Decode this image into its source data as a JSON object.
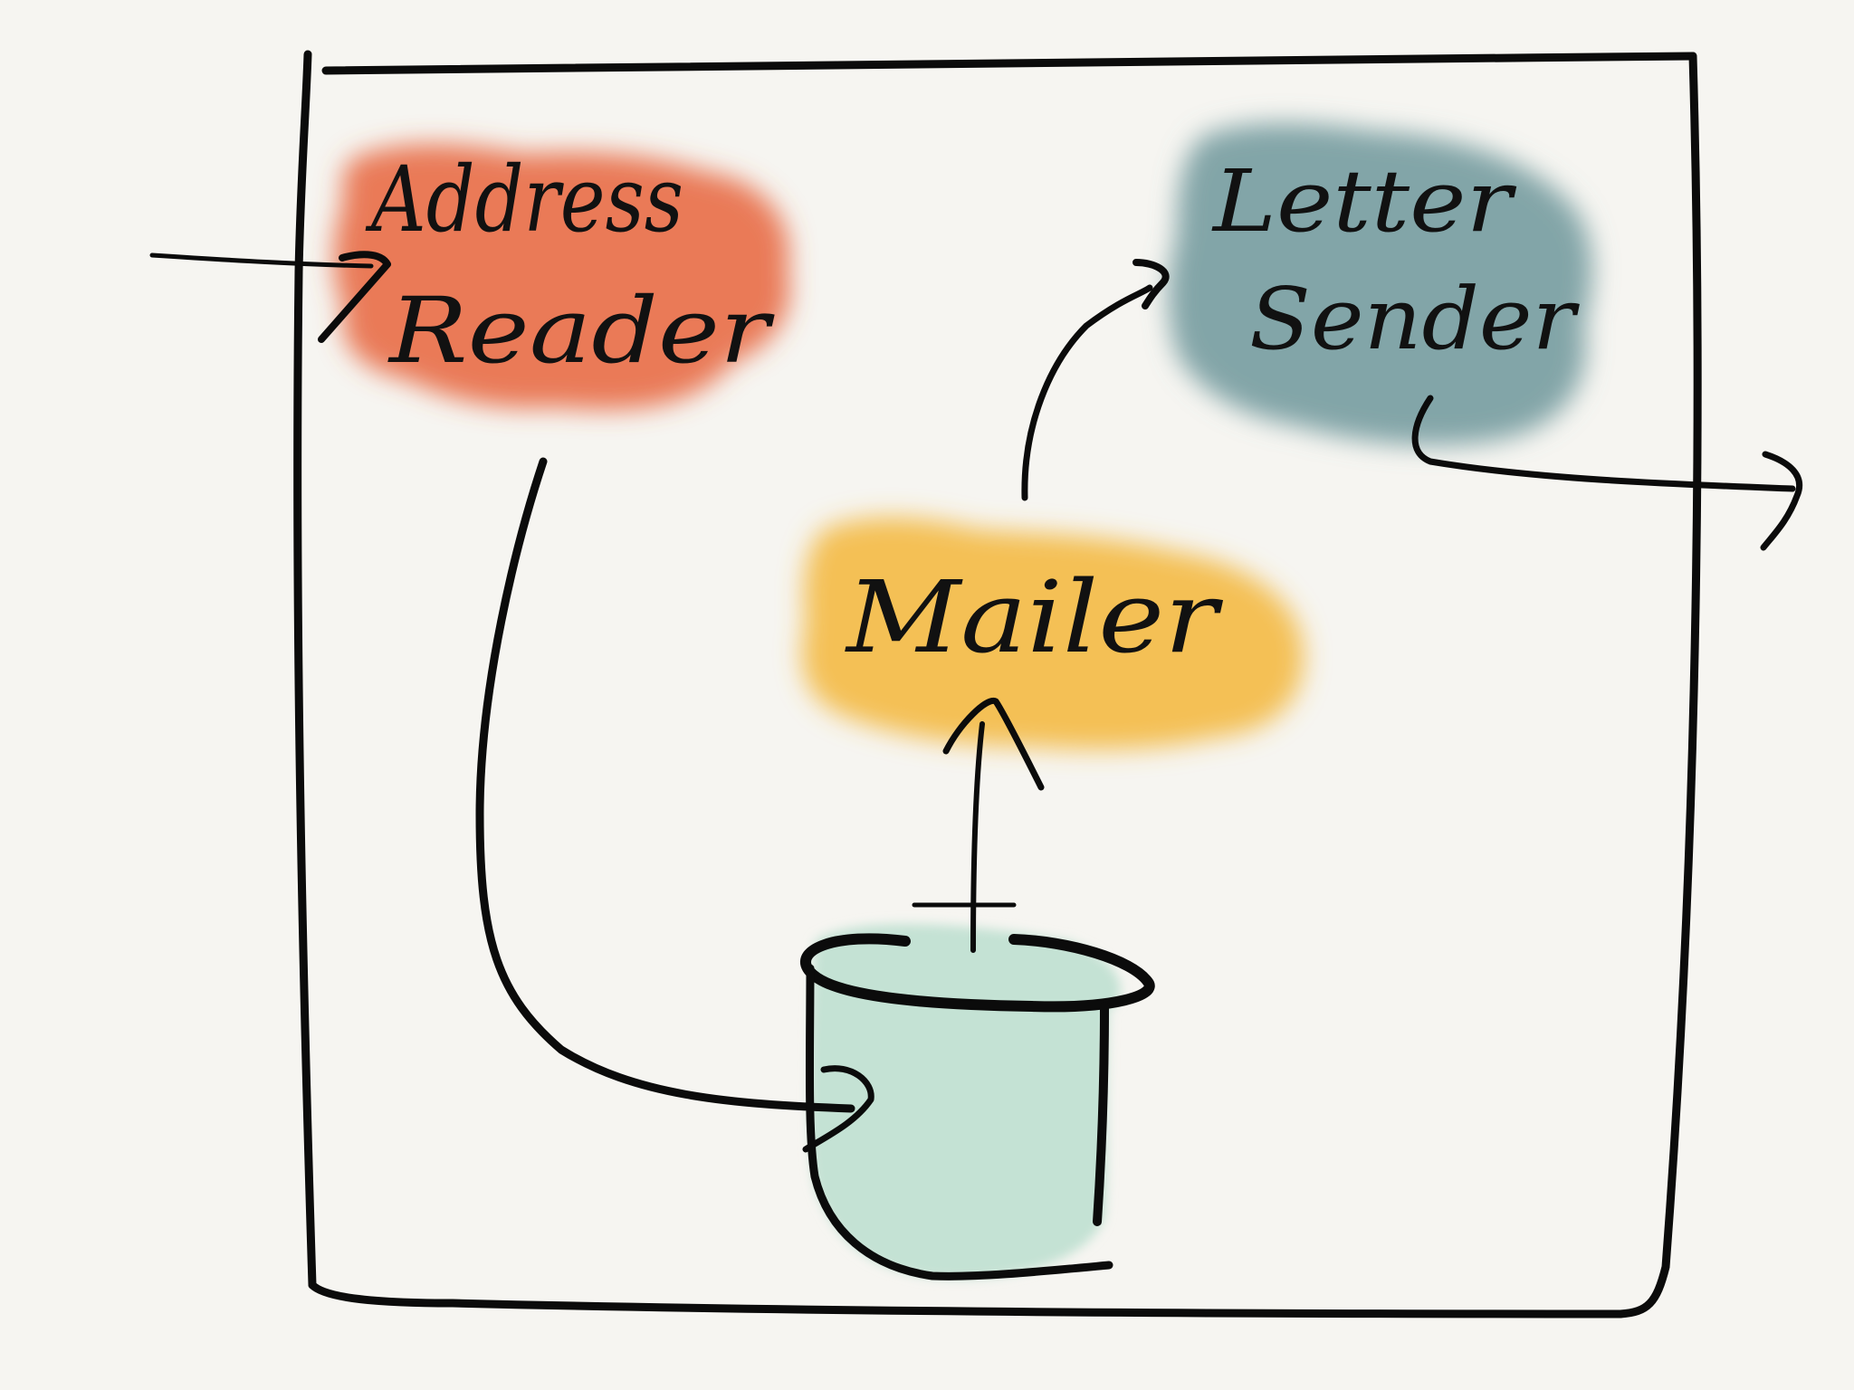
{
  "diagram": {
    "nodes": [
      {
        "id": "address-reader",
        "label_line1": "Address",
        "label_line2": "Reader",
        "color": "#e8643c"
      },
      {
        "id": "letter-sender",
        "label_line1": "Letter",
        "label_line2": "Sender",
        "color": "#6f969b"
      },
      {
        "id": "mailer",
        "label": "Mailer",
        "color": "#f3b63a"
      },
      {
        "id": "bucket",
        "color": "#bfe0d0"
      }
    ],
    "edges": [
      {
        "from": "outside",
        "to": "address-reader"
      },
      {
        "from": "address-reader",
        "to": "bucket"
      },
      {
        "from": "bucket",
        "to": "mailer"
      },
      {
        "from": "mailer",
        "to": "letter-sender"
      },
      {
        "from": "letter-sender",
        "to": "outside"
      }
    ],
    "colors": {
      "background": "#f6f5f1",
      "ink": "#0b0b0b"
    }
  }
}
